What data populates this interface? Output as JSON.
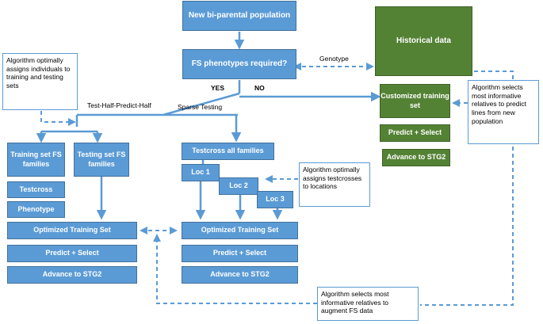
{
  "colors": {
    "blue": "#5b9bd5",
    "blue_border": "#41719c",
    "green": "#548235",
    "green_border": "#3e6128",
    "arrow": "#5b9bd5",
    "note_border": "#5b9bd5"
  },
  "top": {
    "new_population": "New bi-parental population",
    "fs_question": "FS phenotypes required?",
    "yes": "YES",
    "no": "NO"
  },
  "historical": {
    "title": "Historical data",
    "genotype_label": "Genotype",
    "customized_training": "Customized training set",
    "predict_select": "Predict + Select",
    "advance": "Advance to STG2",
    "algorithm_note": "Algorithm selects most informative relatives to predict lines from new population"
  },
  "left_branch": {
    "title": "Test-Half-Predict-Half",
    "algorithm_note": "Algorithm optimally assigns individuals to training and testing sets",
    "training_set": "Training set FS families",
    "testing_set": "Testing set FS families",
    "testcross": "Testcross",
    "phenotype": "Phenotype",
    "optimized_training": "Optimized Training Set",
    "predict_select": "Predict + Select",
    "advance": "Advance to STG2"
  },
  "right_branch": {
    "title": "Sparse Testing",
    "testcross_all": "Testcross all families",
    "loc1": "Loc 1",
    "loc2": "Loc 2",
    "loc3": "Loc 3",
    "algorithm_note": "Algorithm optimally assigns testcrosses to locations",
    "optimized_training": "Optimized Training Set",
    "predict_select": "Predict + Select",
    "advance": "Advance to STG2"
  },
  "bottom_note": "Algorithm selects most informative relatives to augment FS data"
}
